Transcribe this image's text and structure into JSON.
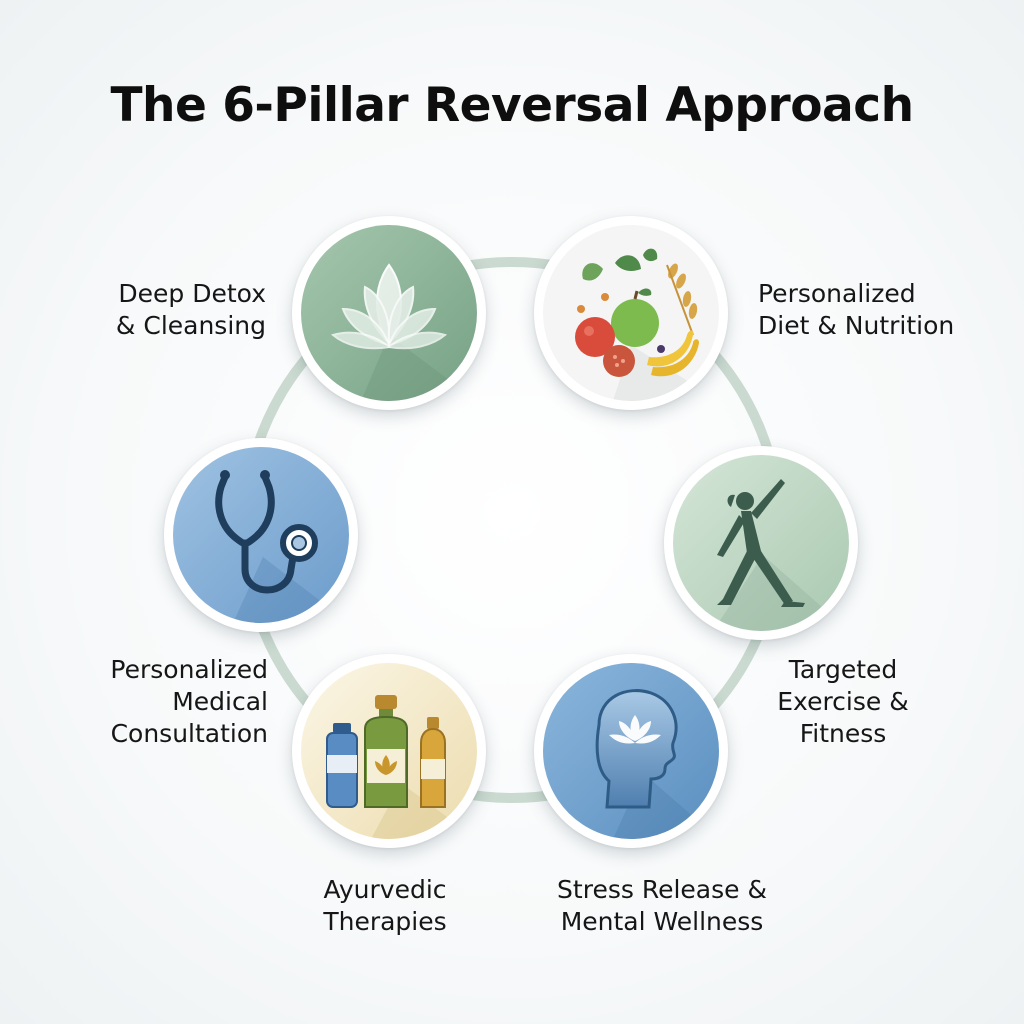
{
  "title": "The 6-Pillar Reversal Approach",
  "colors": {
    "sage": "#8fb59c",
    "blue": "#6a9ccb",
    "navy": "#1f3d5c",
    "cream": "#f3ecd6",
    "connector": "#b9cfc2"
  },
  "pillars": [
    {
      "icon": "lotus-icon",
      "lines": [
        "Deep Detox",
        "& Cleansing"
      ]
    },
    {
      "icon": "fruits-vegetables-icon",
      "lines": [
        "Personalized",
        "Diet & Nutrition"
      ]
    },
    {
      "icon": "yoga-pose-icon",
      "lines": [
        "Targeted",
        "Exercise &",
        "Fitness"
      ]
    },
    {
      "icon": "mind-lotus-head-icon",
      "lines": [
        "Stress Release &",
        "Mental Wellness"
      ]
    },
    {
      "icon": "herbal-bottles-icon",
      "lines": [
        "Ayurvedic",
        "Therapies"
      ]
    },
    {
      "icon": "stethoscope-icon",
      "lines": [
        "Personalized",
        "Medical",
        "Consultation"
      ]
    }
  ]
}
